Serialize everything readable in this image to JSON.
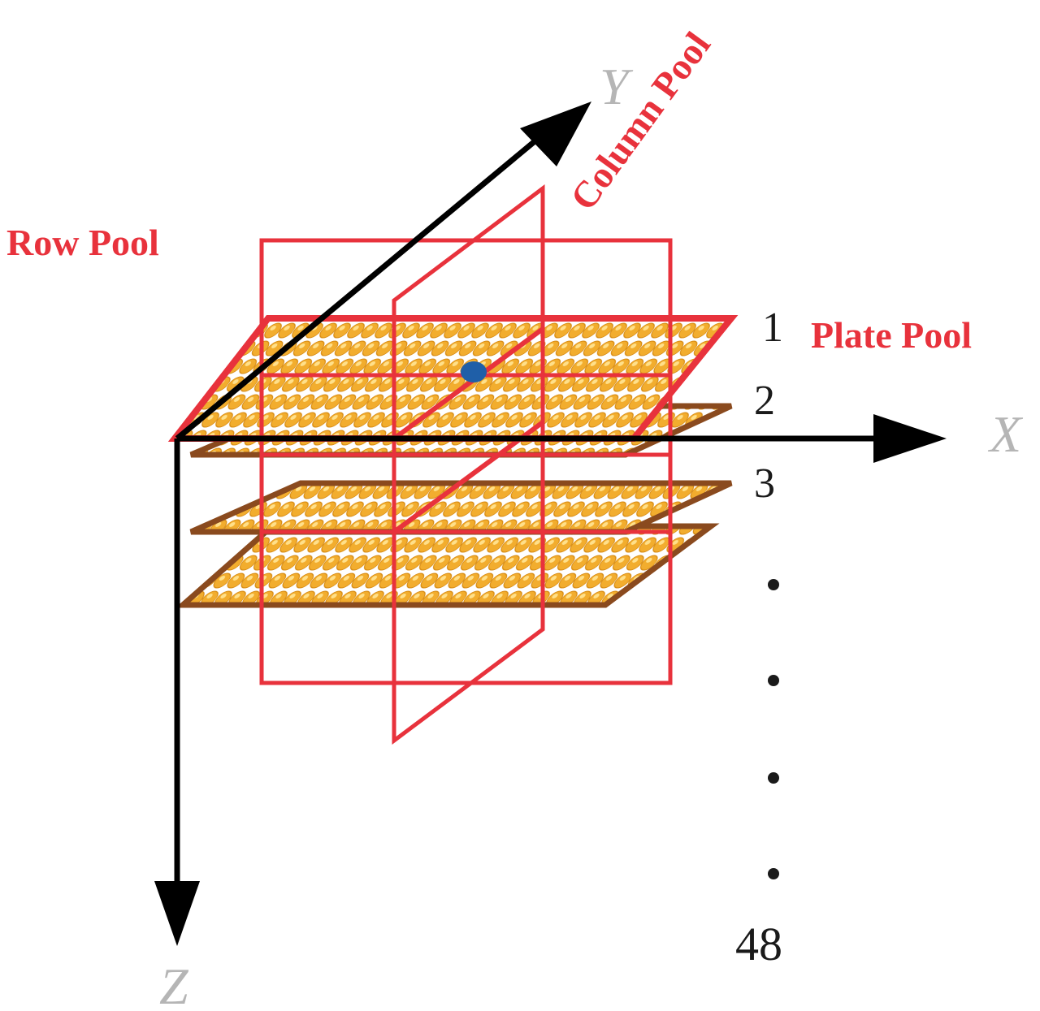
{
  "labels": {
    "row_pool": "Row Pool",
    "column_pool": "Column Pool",
    "plate_pool": "Plate Pool",
    "axis_x": "X",
    "axis_y": "Y",
    "axis_z": "Z"
  },
  "plate_numbers": [
    "1",
    "2",
    "3",
    "48"
  ],
  "colors": {
    "pool_outline": "#e8323c",
    "plate_outline": "#8a4a1e",
    "well_fill": "#f2ad2e",
    "well_highlight": "#ffe08a",
    "axis": "#000000",
    "axis_label": "#b5b5b5",
    "target_well": "#1f5fa8"
  }
}
